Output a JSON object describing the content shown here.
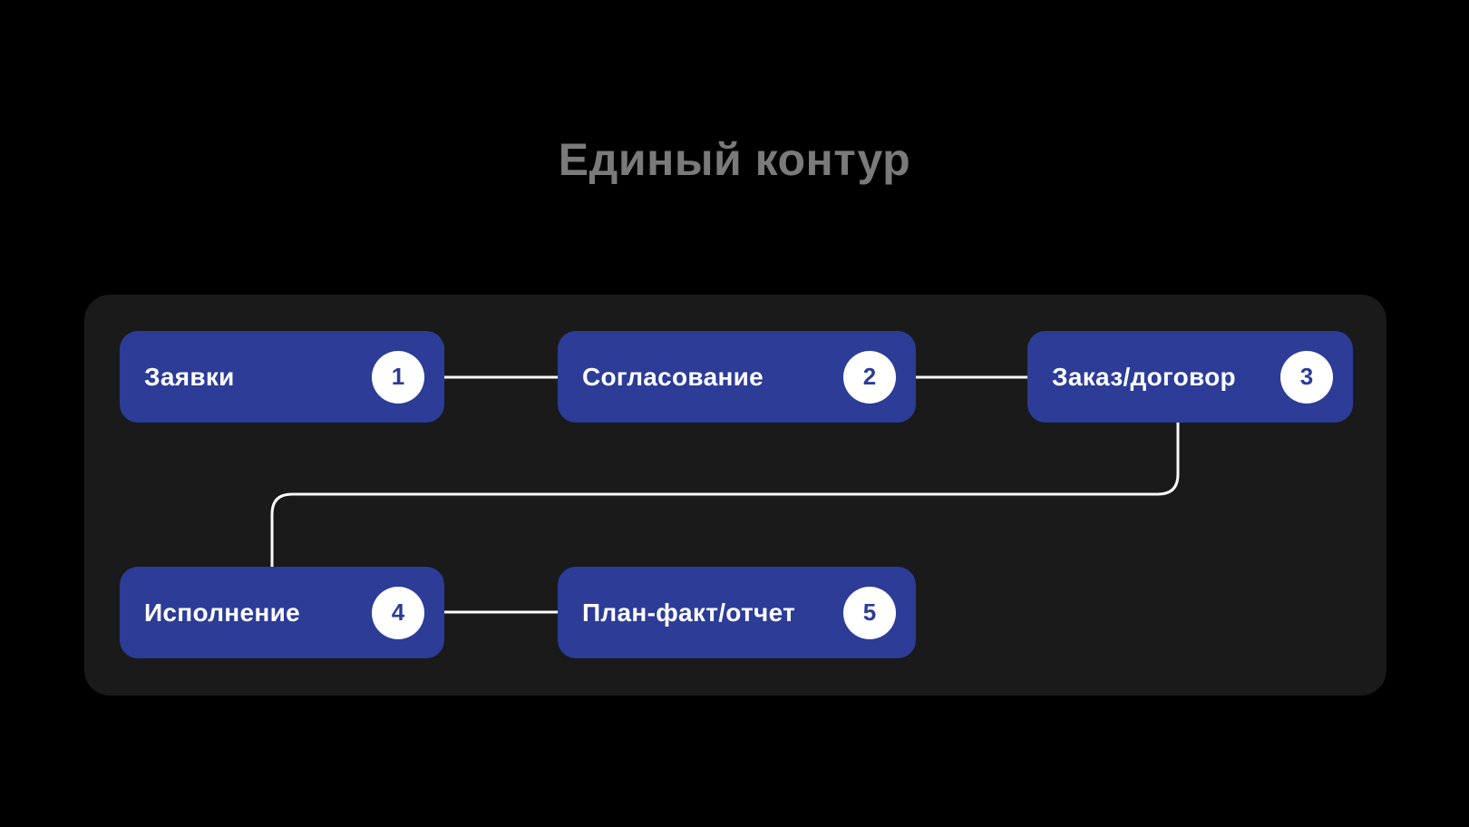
{
  "title": "Единый контур",
  "colors": {
    "background": "#000000",
    "panel": "#1a1a1a",
    "node_fill": "#2c3c97",
    "node_text": "#ffffff",
    "badge_bg": "#ffffff",
    "badge_text": "#2c3c97",
    "title_text": "#7a7a7a",
    "connector": "#fafafa"
  },
  "diagram": {
    "nodes": [
      {
        "label": "Заявки",
        "number": "1"
      },
      {
        "label": "Согласование",
        "number": "2"
      },
      {
        "label": "Заказ/договор",
        "number": "3"
      },
      {
        "label": "Исполнение",
        "number": "4"
      },
      {
        "label": "План-факт/отчет",
        "number": "5"
      }
    ],
    "connections": [
      {
        "from": "1",
        "to": "2"
      },
      {
        "from": "2",
        "to": "3"
      },
      {
        "from": "3",
        "to": "4"
      },
      {
        "from": "4",
        "to": "5"
      }
    ]
  }
}
